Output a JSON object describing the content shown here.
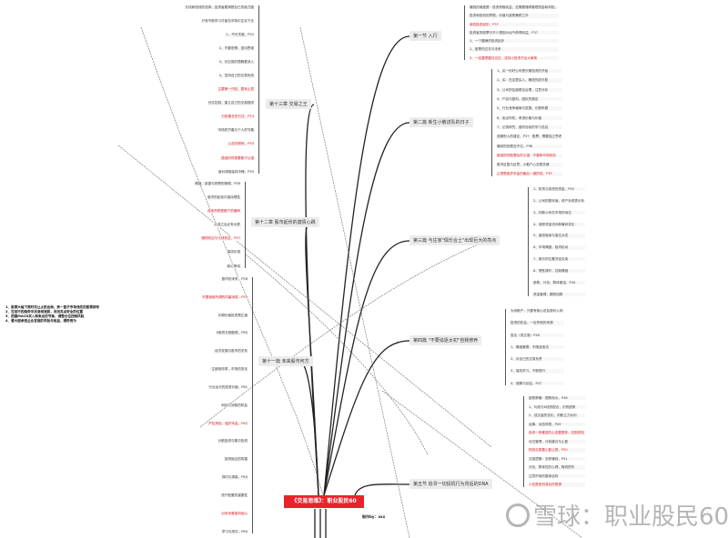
{
  "center_title": "《交易思维》：职业股民60",
  "author": "制作by：xxx",
  "watermark": "雪球：职业股民60",
  "note_box": [
    "1、股票大幅下跌时先让止损出局，换一篮子市场领先的股票持有",
    "2、在前行的趋势中找准领涨股，寻找买点安全的位置",
    "3、把握MACD买入和卖出的节奏，调整仓位控制风险",
    "4、要大胆承担企业发展的风险与收益，顺势而为"
  ],
  "branches": [
    {
      "label": "第一节 入行",
      "leaves": [
        {
          "text": "赚钱的难度是：投资获取收益，还需要懂得管理资金和风险。",
          "red": false
        },
        {
          "text": "投资和投机的界限，价值与趋势兼顾之外",
          "red": false
        },
        {
          "text": "我的投资经历，P37",
          "red": true
        },
        {
          "text": "投资者的股票中不少是因为运气获得收益，P37",
          "red": false
        },
        {
          "text": "1、一个圆满的投资起步",
          "red": false
        },
        {
          "text": "2、股票的过去与未来",
          "red": false
        },
        {
          "text": "3、一定要把握住仓位，坚持小投资不出大事故",
          "red": true
        }
      ]
    },
    {
      "label": "第二篇 新生小散进队的日子",
      "leaves": [
        {
          "text": "1、买一份好公司是长期投资的开始",
          "red": false
        },
        {
          "text": "2、买：在这里买入，赚钱的成长股",
          "red": false
        },
        {
          "text": "3、公司的估值是否合理，注意分析",
          "red": false
        },
        {
          "text": "4、产品与盈利，团队的稳定",
          "red": false
        },
        {
          "text": "5、行业竞争格局与发展，长期来看",
          "red": false
        },
        {
          "text": "6、卖出时机，考虑价格与价值",
          "red": false
        },
        {
          "text": "7、记录研究，做好自我的学习总结",
          "red": false
        },
        {
          "text": "追随别人的建议，P37 · 股票，需要独立思考",
          "red": false
        },
        {
          "text": "赚到的钱是否守住，P38",
          "red": false
        },
        {
          "text": "错误的判断要及时认错，不要和市场较劲",
          "red": true
        },
        {
          "text": "股市反复与反思，小散户心态是关键",
          "red": false
        },
        {
          "text": "止损是保护本金的最后一道防线，P39",
          "red": true
        }
      ]
    },
    {
      "label": "第三篇 与庄家\"俱乐合土\"出现巨大的亮点",
      "leaves": [
        {
          "text": "1、机构与游资的资金，P40",
          "red": false
        },
        {
          "text": "2、公司的基本面，资产负债表分析",
          "red": false
        },
        {
          "text": "3、判断公司在市场的地位",
          "red": false
        },
        {
          "text": "4、追踪资金流向和筹码变化",
          "red": false
        },
        {
          "text": "5、逢低吸纳与高位派发",
          "red": false
        },
        {
          "text": "6、市场情绪，板块轮动",
          "red": false
        },
        {
          "text": "7、股价的位置决定买卖",
          "red": false
        },
        {
          "text": "8、理性操作，控制情绪",
          "red": false
        },
        {
          "text": "趋势、分化、群体团结，P44",
          "red": false
        },
        {
          "text": "资金管理，跟踪回顾",
          "red": false
        }
      ]
    },
    {
      "label": "第四篇 \"不要追逐太初\"自我修养",
      "leaves": [
        {
          "text": "为何散户，只要有耐心总会获利入场",
          "red": false
        },
        {
          "text": "投资的机会，一定有他的来源",
          "red": false
        },
        {
          "text": "逃出（或交易）P46",
          "red": false
        },
        {
          "text": "1、情绪管理，不随波逐流",
          "red": false
        },
        {
          "text": "2、对自己的交易负责",
          "red": false
        },
        {
          "text": "3、保持学习，不断提升",
          "red": false
        },
        {
          "text": "4、观察与总结，P47",
          "red": false
        }
      ]
    },
    {
      "label": "第五节 追寻一切投机行为背后的DNA",
      "leaves": [
        {
          "text": "趋势策略：顺势而为，P48",
          "red": false
        },
        {
          "text": "1、均线与K线的配合，识别趋势",
          "red": false
        },
        {
          "text": "2、成交量的变化，判断主力动向",
          "red": false
        },
        {
          "text": "运筹、动态停损，P49",
          "red": false
        },
        {
          "text": "追求一夜暴富的心态要摒弃，控制风险",
          "red": true
        },
        {
          "text": "仓位管理，分批建仓与止盈",
          "red": false
        },
        {
          "text": "短线交易要止盈止损，P50",
          "red": true
        },
        {
          "text": "交易逻辑：怎样赚钱，P51",
          "red": false
        },
        {
          "text": "分化、群体性的心理，降低损失",
          "red": false
        },
        {
          "text": "注意市场的整体结构",
          "red": false
        },
        {
          "text": "人性是投机背后的根源",
          "red": true
        }
      ]
    },
    {
      "label": "第十三章 交易之王",
      "leaves": [
        {
          "text": "长线和短线的选择，投资者要清楚自己的能力圈",
          "red": false
        },
        {
          "text": "只有不断学习才能在市场中生存下去",
          "red": false
        },
        {
          "text": "1、不可贪婪，P52",
          "red": false
        },
        {
          "text": "2、不要恐惧，逆向思维",
          "red": false
        },
        {
          "text": "3、对交易的理解要深入",
          "red": false
        },
        {
          "text": "4、坚持自己的交易系统",
          "red": false
        },
        {
          "text": "主要第一只股，要有止损",
          "red": true
        },
        {
          "text": "仓位控制，建立自己的交易规则",
          "red": false
        },
        {
          "text": "分批建仓的方法，P53",
          "red": true
        },
        {
          "text": "市场的节奏与个人的节奏",
          "red": false
        },
        {
          "text": "心态的修炼，P54",
          "red": true
        },
        {
          "text": "错误的时候要敢于认错",
          "red": true
        },
        {
          "text": "面对诱惑保持冷静，P55",
          "red": false
        }
      ]
    },
    {
      "label": "第十二章 股市起伏的激情心跳",
      "leaves": [
        {
          "text": "情绪，欲望与恐惧的管理，P56",
          "red": false
        },
        {
          "text": "股市的起伏中保持理性",
          "red": false
        },
        {
          "text": "追涨杀跌是散户的通病",
          "red": true
        },
        {
          "text": "大涨之后必有大跌",
          "red": false
        },
        {
          "text": "赚钱效应与亏钱效应，P57",
          "red": true
        },
        {
          "text": "保持乐观",
          "red": false
        },
        {
          "text": "耐心等待",
          "red": false
        }
      ]
    },
    {
      "label": "第十一篇 未来股市何方",
      "leaves": [
        {
          "text": "股市的未来，P58",
          "red": false
        },
        {
          "text": "不要相信所谓的内幕消息，P59",
          "red": true
        },
        {
          "text": "长期价值投资是正道",
          "red": false
        },
        {
          "text": "A股的长期趋势，P60",
          "red": false
        },
        {
          "text": "经济发展与股市的关系",
          "red": false
        },
        {
          "text": "注册制改革，市场的变化",
          "red": false
        },
        {
          "text": "行业龙头的投资价值，P61",
          "red": false
        },
        {
          "text": "科技与消费的机会",
          "red": false
        },
        {
          "text": "严控风险，保护本金，P62",
          "red": true
        },
        {
          "text": "分散投资与集中投资",
          "red": false
        },
        {
          "text": "投资组合的构建",
          "red": false
        },
        {
          "text": "择时与择股，P63",
          "red": false
        },
        {
          "text": "资产配置的重要性",
          "red": false
        },
        {
          "text": "对未来要保持信心",
          "red": true
        },
        {
          "text": "学习与成长，P64",
          "red": false
        }
      ]
    }
  ],
  "colors": {
    "accent": "#e8232b",
    "branch_bg": "#ececec",
    "link": "#222222"
  }
}
